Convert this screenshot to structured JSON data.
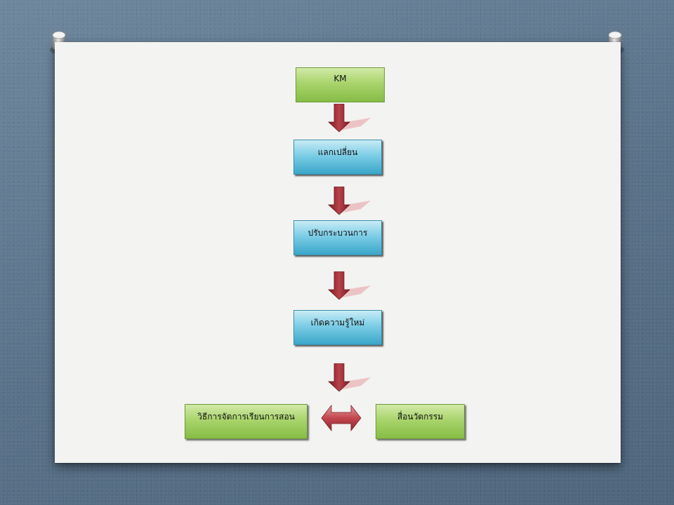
{
  "diagram": {
    "nodes": {
      "km": "KM",
      "exchange": "แลกเปลี่ยน",
      "improve_process": "ปรับกระบวนการ",
      "new_knowledge": "เกิดความรู้ใหม่",
      "teaching_method": "วิธีการจัดการเรียนการสอน",
      "innovative_media": "สื่อนวัตกรรม"
    },
    "edges": [
      {
        "from": "km",
        "to": "exchange",
        "type": "down-arrow"
      },
      {
        "from": "exchange",
        "to": "improve_process",
        "type": "down-arrow"
      },
      {
        "from": "improve_process",
        "to": "new_knowledge",
        "type": "down-arrow"
      },
      {
        "from": "new_knowledge",
        "to": "teaching_method",
        "type": "down-arrow"
      },
      {
        "from": "teaching_method",
        "to": "innovative_media",
        "type": "double-arrow"
      }
    ],
    "colors": {
      "green_box": "#a9d46c",
      "blue_box": "#7ccde6",
      "arrow": "#a8323a",
      "paper": "#f3f3f1",
      "background": "#5f7890"
    }
  }
}
